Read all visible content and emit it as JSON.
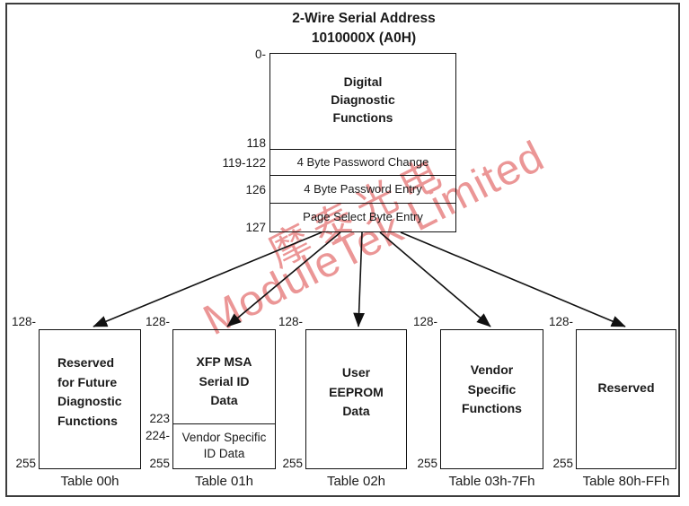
{
  "title": {
    "line1": "2-Wire Serial Address",
    "line2": "1010000X (A0H)"
  },
  "top_box": {
    "main_lines": [
      "Digital",
      "Diagnostic",
      "Functions"
    ],
    "rows": [
      "4 Byte Password Change",
      "4 Byte Password Entry",
      "Page Select Byte Entry"
    ],
    "addr_labels": {
      "a0": "0-",
      "a118": "118",
      "a119_122": "119-122",
      "a126": "126",
      "a127": "127"
    }
  },
  "boxes": [
    {
      "top_label": "128-",
      "bottom_label": "255",
      "lines": [
        "Reserved",
        "for Future",
        "Diagnostic",
        "Functions"
      ],
      "caption": "Table 00h"
    },
    {
      "top_label": "128-",
      "mid_label_upper": "223",
      "mid_label_lower": "224-",
      "bottom_label": "255",
      "lines": [
        "XFP MSA",
        "Serial ID",
        "Data"
      ],
      "sub_lines": [
        "Vendor Specific",
        "ID Data"
      ],
      "caption": "Table 01h"
    },
    {
      "top_label": "128-",
      "bottom_label": "255",
      "lines": [
        "User",
        "EEPROM",
        "Data"
      ],
      "caption": "Table 02h"
    },
    {
      "top_label": "128-",
      "bottom_label": "255",
      "lines": [
        "Vendor",
        "Specific",
        "Functions"
      ],
      "caption": "Table 03h-7Fh"
    },
    {
      "top_label": "128-",
      "bottom_label": "255",
      "lines": [
        "Reserved"
      ],
      "caption": "Table 80h-FFh"
    }
  ],
  "watermark": {
    "cn": "摩泰光电",
    "en": "ModuleTek Limited",
    "color": "#dd4f4f"
  },
  "colors": {
    "line": "#111111",
    "text": "#1a1a1a",
    "background": "#ffffff"
  }
}
